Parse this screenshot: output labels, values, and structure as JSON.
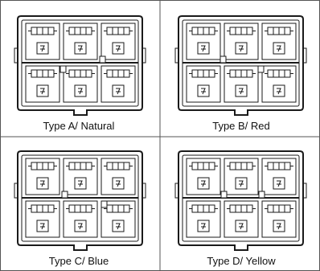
{
  "figure": {
    "panels": [
      {
        "caption": "Type A/ Natural"
      },
      {
        "caption": "Type B/ Red"
      },
      {
        "caption": "Type C/ Blue"
      },
      {
        "caption": "Type D/ Yellow"
      }
    ]
  },
  "colors": {
    "ink": "#1a1a1a",
    "background": "#ffffff",
    "grid": "#555555"
  }
}
